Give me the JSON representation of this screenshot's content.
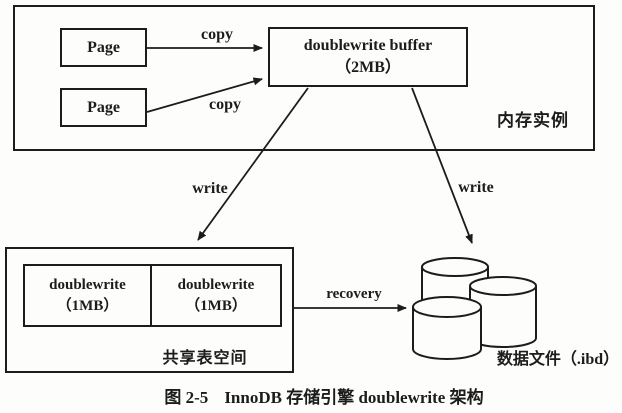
{
  "colors": {
    "ink": "#1c1c1c",
    "background": "#fdfdfc"
  },
  "icons": {
    "data_files": "database-cylinders"
  },
  "memory": {
    "label": "内存实例",
    "pages": [
      "Page",
      "Page"
    ],
    "buffer": {
      "line1": "doublewrite buffer",
      "line2": "（2MB）"
    }
  },
  "arrows": {
    "copy1": "copy",
    "copy2": "copy",
    "write_left": "write",
    "write_right": "write",
    "recovery": "recovery"
  },
  "shared": {
    "label": "共享表空间",
    "cells": [
      {
        "line1": "doublewrite",
        "line2": "（1MB）"
      },
      {
        "line1": "doublewrite",
        "line2": "（1MB）"
      }
    ]
  },
  "data_files": {
    "label": "数据文件（.ibd）"
  },
  "caption": {
    "number": "图 2-5",
    "title": "InnoDB 存储引擎 doublewrite 架构"
  }
}
